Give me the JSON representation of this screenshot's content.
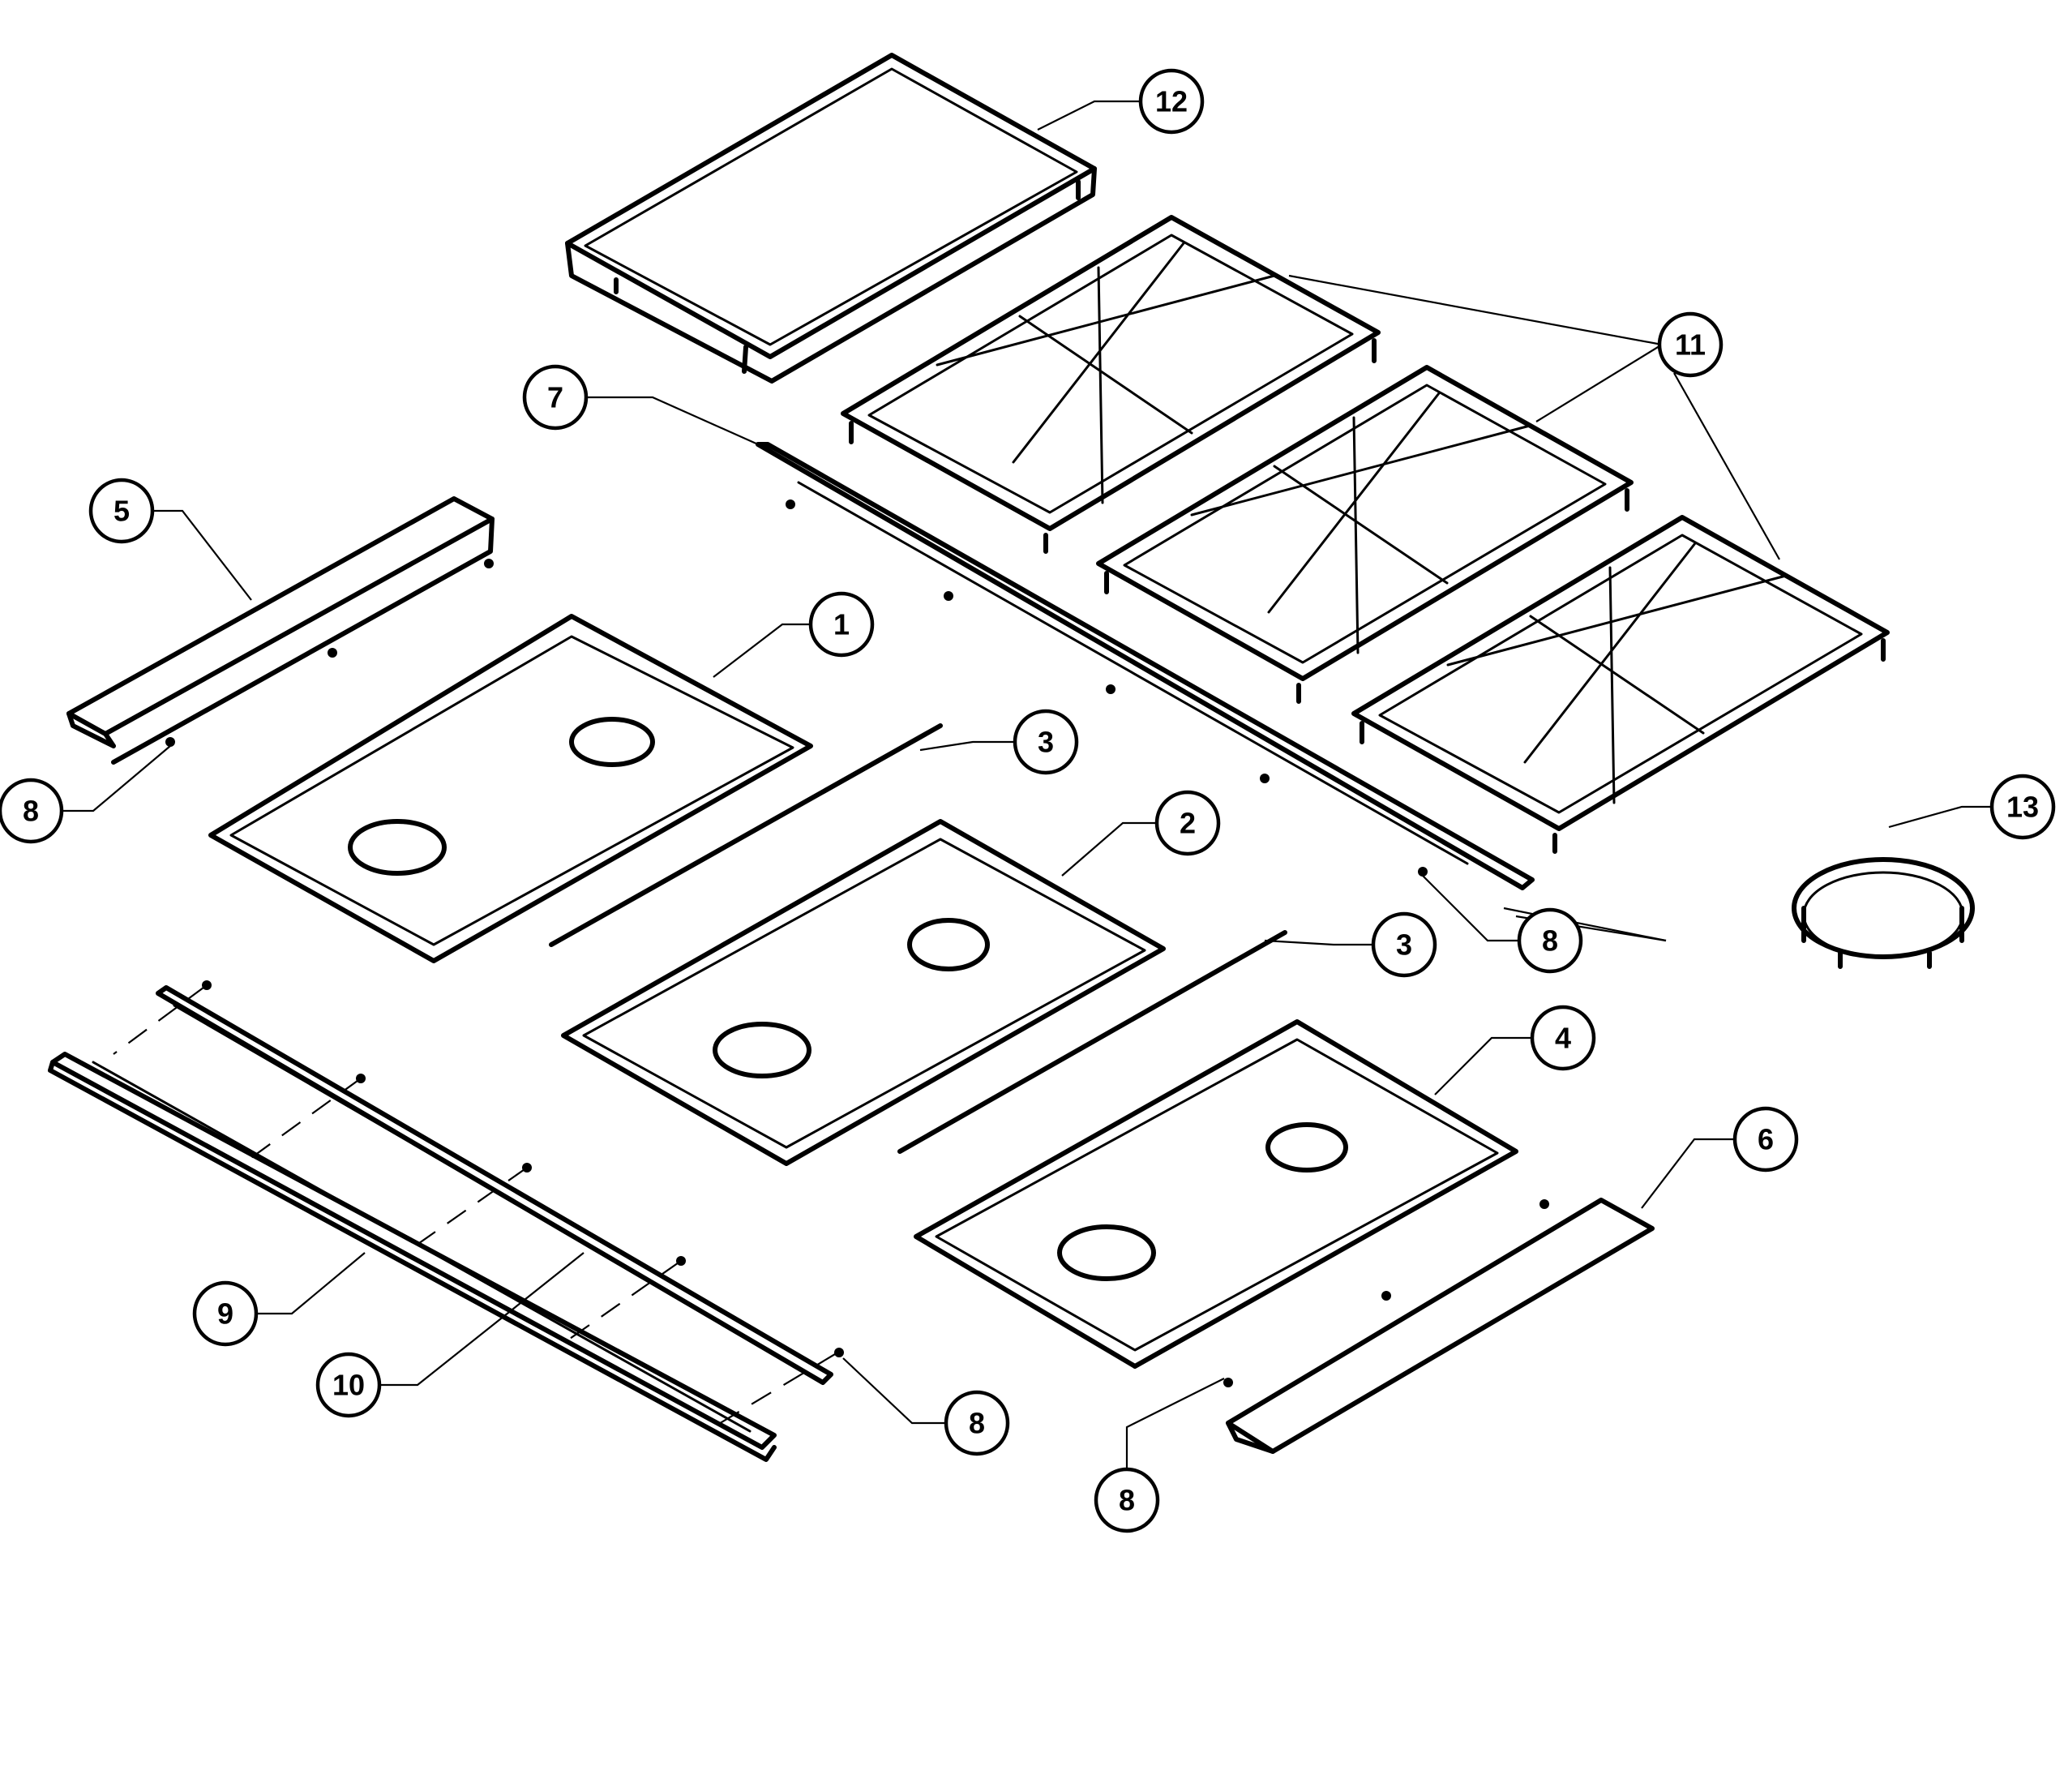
{
  "diagram": {
    "callouts": [
      {
        "id": "c12",
        "label": "12"
      },
      {
        "id": "c11",
        "label": "11"
      },
      {
        "id": "c7",
        "label": "7"
      },
      {
        "id": "c5",
        "label": "5"
      },
      {
        "id": "c1",
        "label": "1"
      },
      {
        "id": "c3a",
        "label": "3"
      },
      {
        "id": "c2",
        "label": "2"
      },
      {
        "id": "c13",
        "label": "13"
      },
      {
        "id": "c8a",
        "label": "8"
      },
      {
        "id": "c8b",
        "label": "8"
      },
      {
        "id": "c3b",
        "label": "3"
      },
      {
        "id": "c4",
        "label": "4"
      },
      {
        "id": "c6",
        "label": "6"
      },
      {
        "id": "c9",
        "label": "9"
      },
      {
        "id": "c10",
        "label": "10"
      },
      {
        "id": "c8c",
        "label": "8"
      },
      {
        "id": "c8d",
        "label": "8"
      }
    ]
  }
}
